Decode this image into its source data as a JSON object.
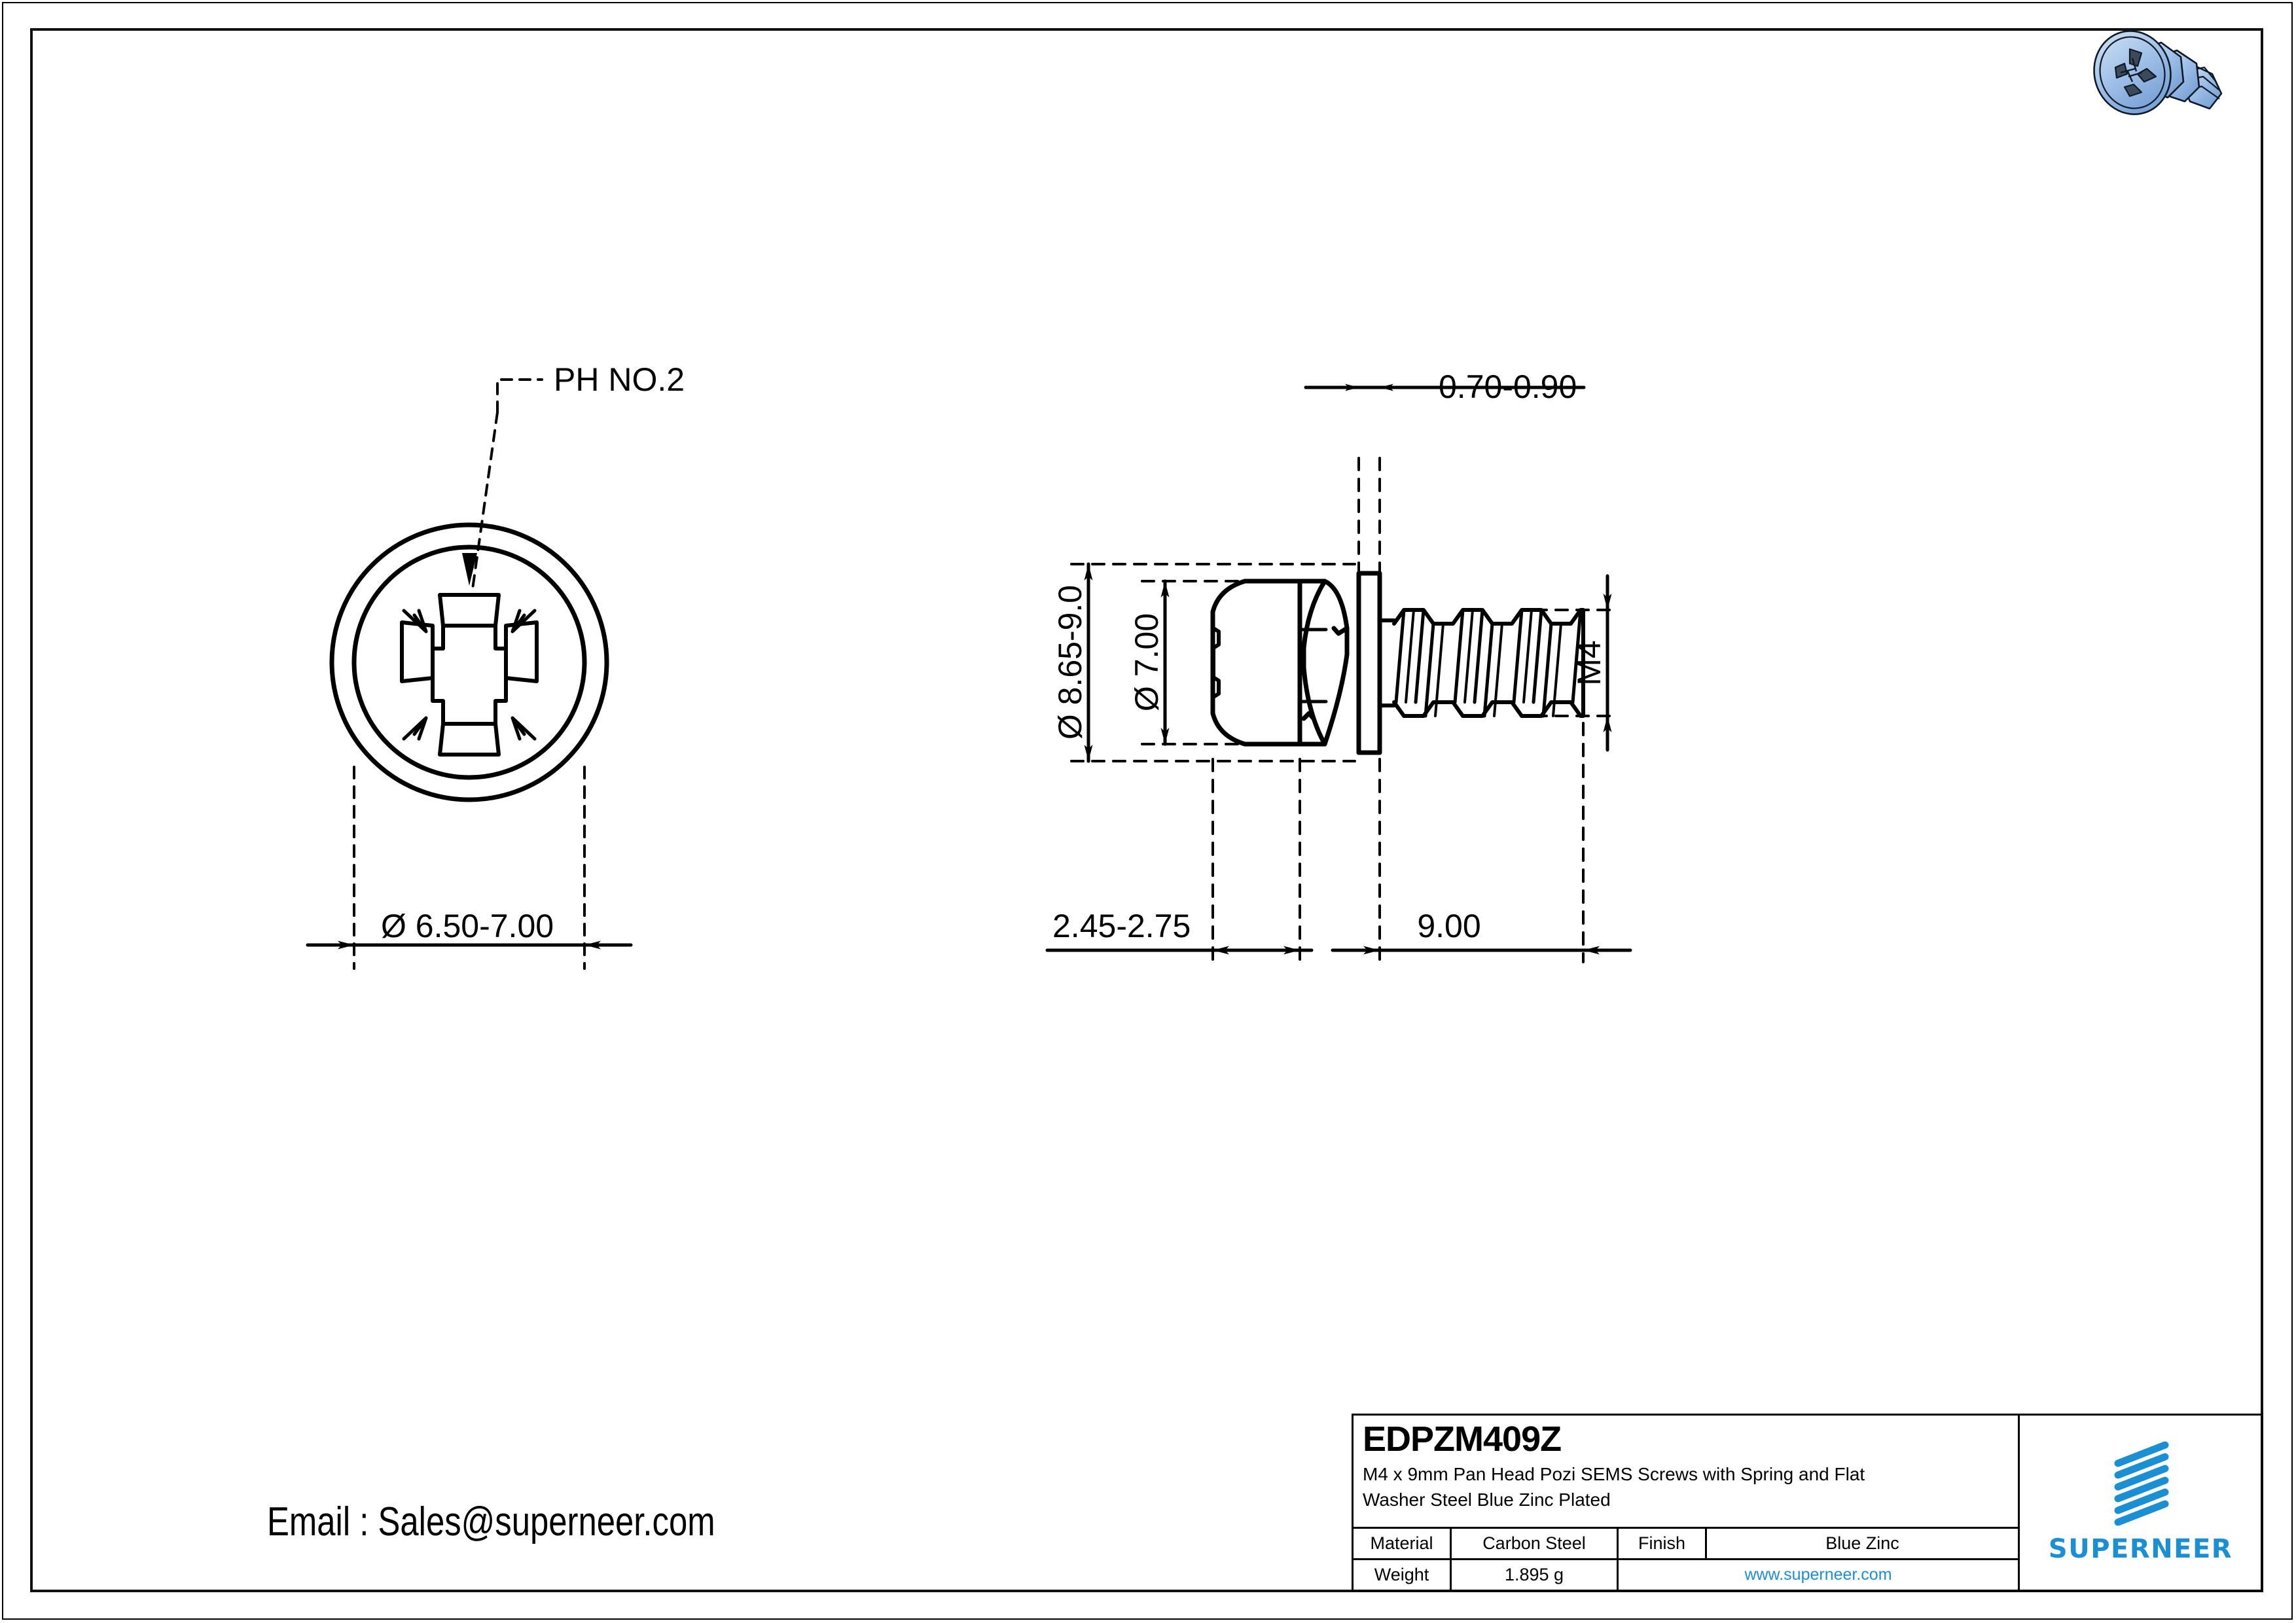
{
  "document": {
    "type": "engineering-drawing",
    "background": "#ffffff",
    "line_color": "#000000",
    "accent_color": "#1b8fd4"
  },
  "views": {
    "front_view": {
      "name": "top-view-circular",
      "callout": "PH NO.2",
      "diameter_dimension": "Ø 6.50-7.00"
    },
    "side_view": {
      "name": "side-section-view",
      "washer_thickness": "0.70-0.90",
      "head_diameter_outer": "Ø 8.65-9.0",
      "head_diameter_inner": "Ø 7.00",
      "thread_callout": "M4",
      "head_height": "2.45-2.75",
      "thread_length": "9.00"
    }
  },
  "title_block": {
    "part_number": "EDPZM409Z",
    "description_line1": "M4 x 9mm Pan Head Pozi SEMS Screws with Spring and Flat",
    "description_line2": "Washer Steel Blue Zinc Plated",
    "material_label": "Material",
    "material_value": "Carbon Steel",
    "finish_label": "Finish",
    "finish_value": "Blue Zinc",
    "weight_label": "Weight",
    "weight_value": "1.895 g",
    "website": "www.superneer.com",
    "brand": "SUPERNEER"
  },
  "contact": {
    "email_line": "Email : Sales@superneer.com"
  },
  "product_render": {
    "name": "screw-3d-render",
    "color": "#9dc0e8",
    "alt": "Blue zinc plated pan head pozi SEMS screw"
  }
}
